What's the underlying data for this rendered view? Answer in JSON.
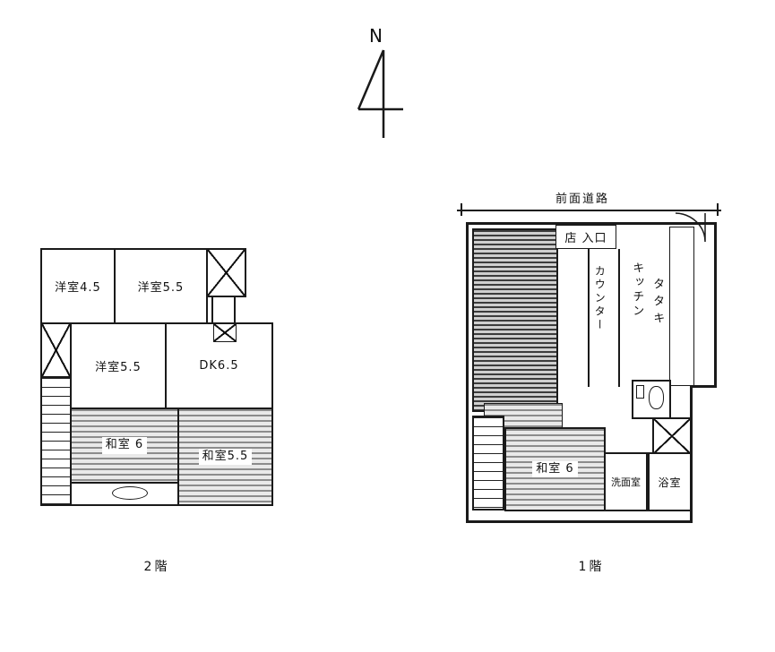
{
  "colors": {
    "line": "#1a1a1a",
    "background": "#ffffff"
  },
  "compass": {
    "label": "N"
  },
  "floor2": {
    "caption": "2階",
    "rooms": {
      "yoshitsu45": "洋室4.5",
      "yoshitsu55_top": "洋室5.5",
      "yoshitsu55_mid": "洋室5.5",
      "dk": "DK6.5",
      "washitsu6": "和室 6",
      "washitsu55": "和室5.5"
    }
  },
  "floor1": {
    "caption": "1階",
    "road": "前面道路",
    "rooms": {
      "entrance": "店 入口",
      "counter": "カウンター",
      "kitchen": "キッチン",
      "tataki": "タタキ",
      "washitsu6": "和室 6",
      "senmen": "洗面室",
      "bath": "浴室"
    }
  }
}
